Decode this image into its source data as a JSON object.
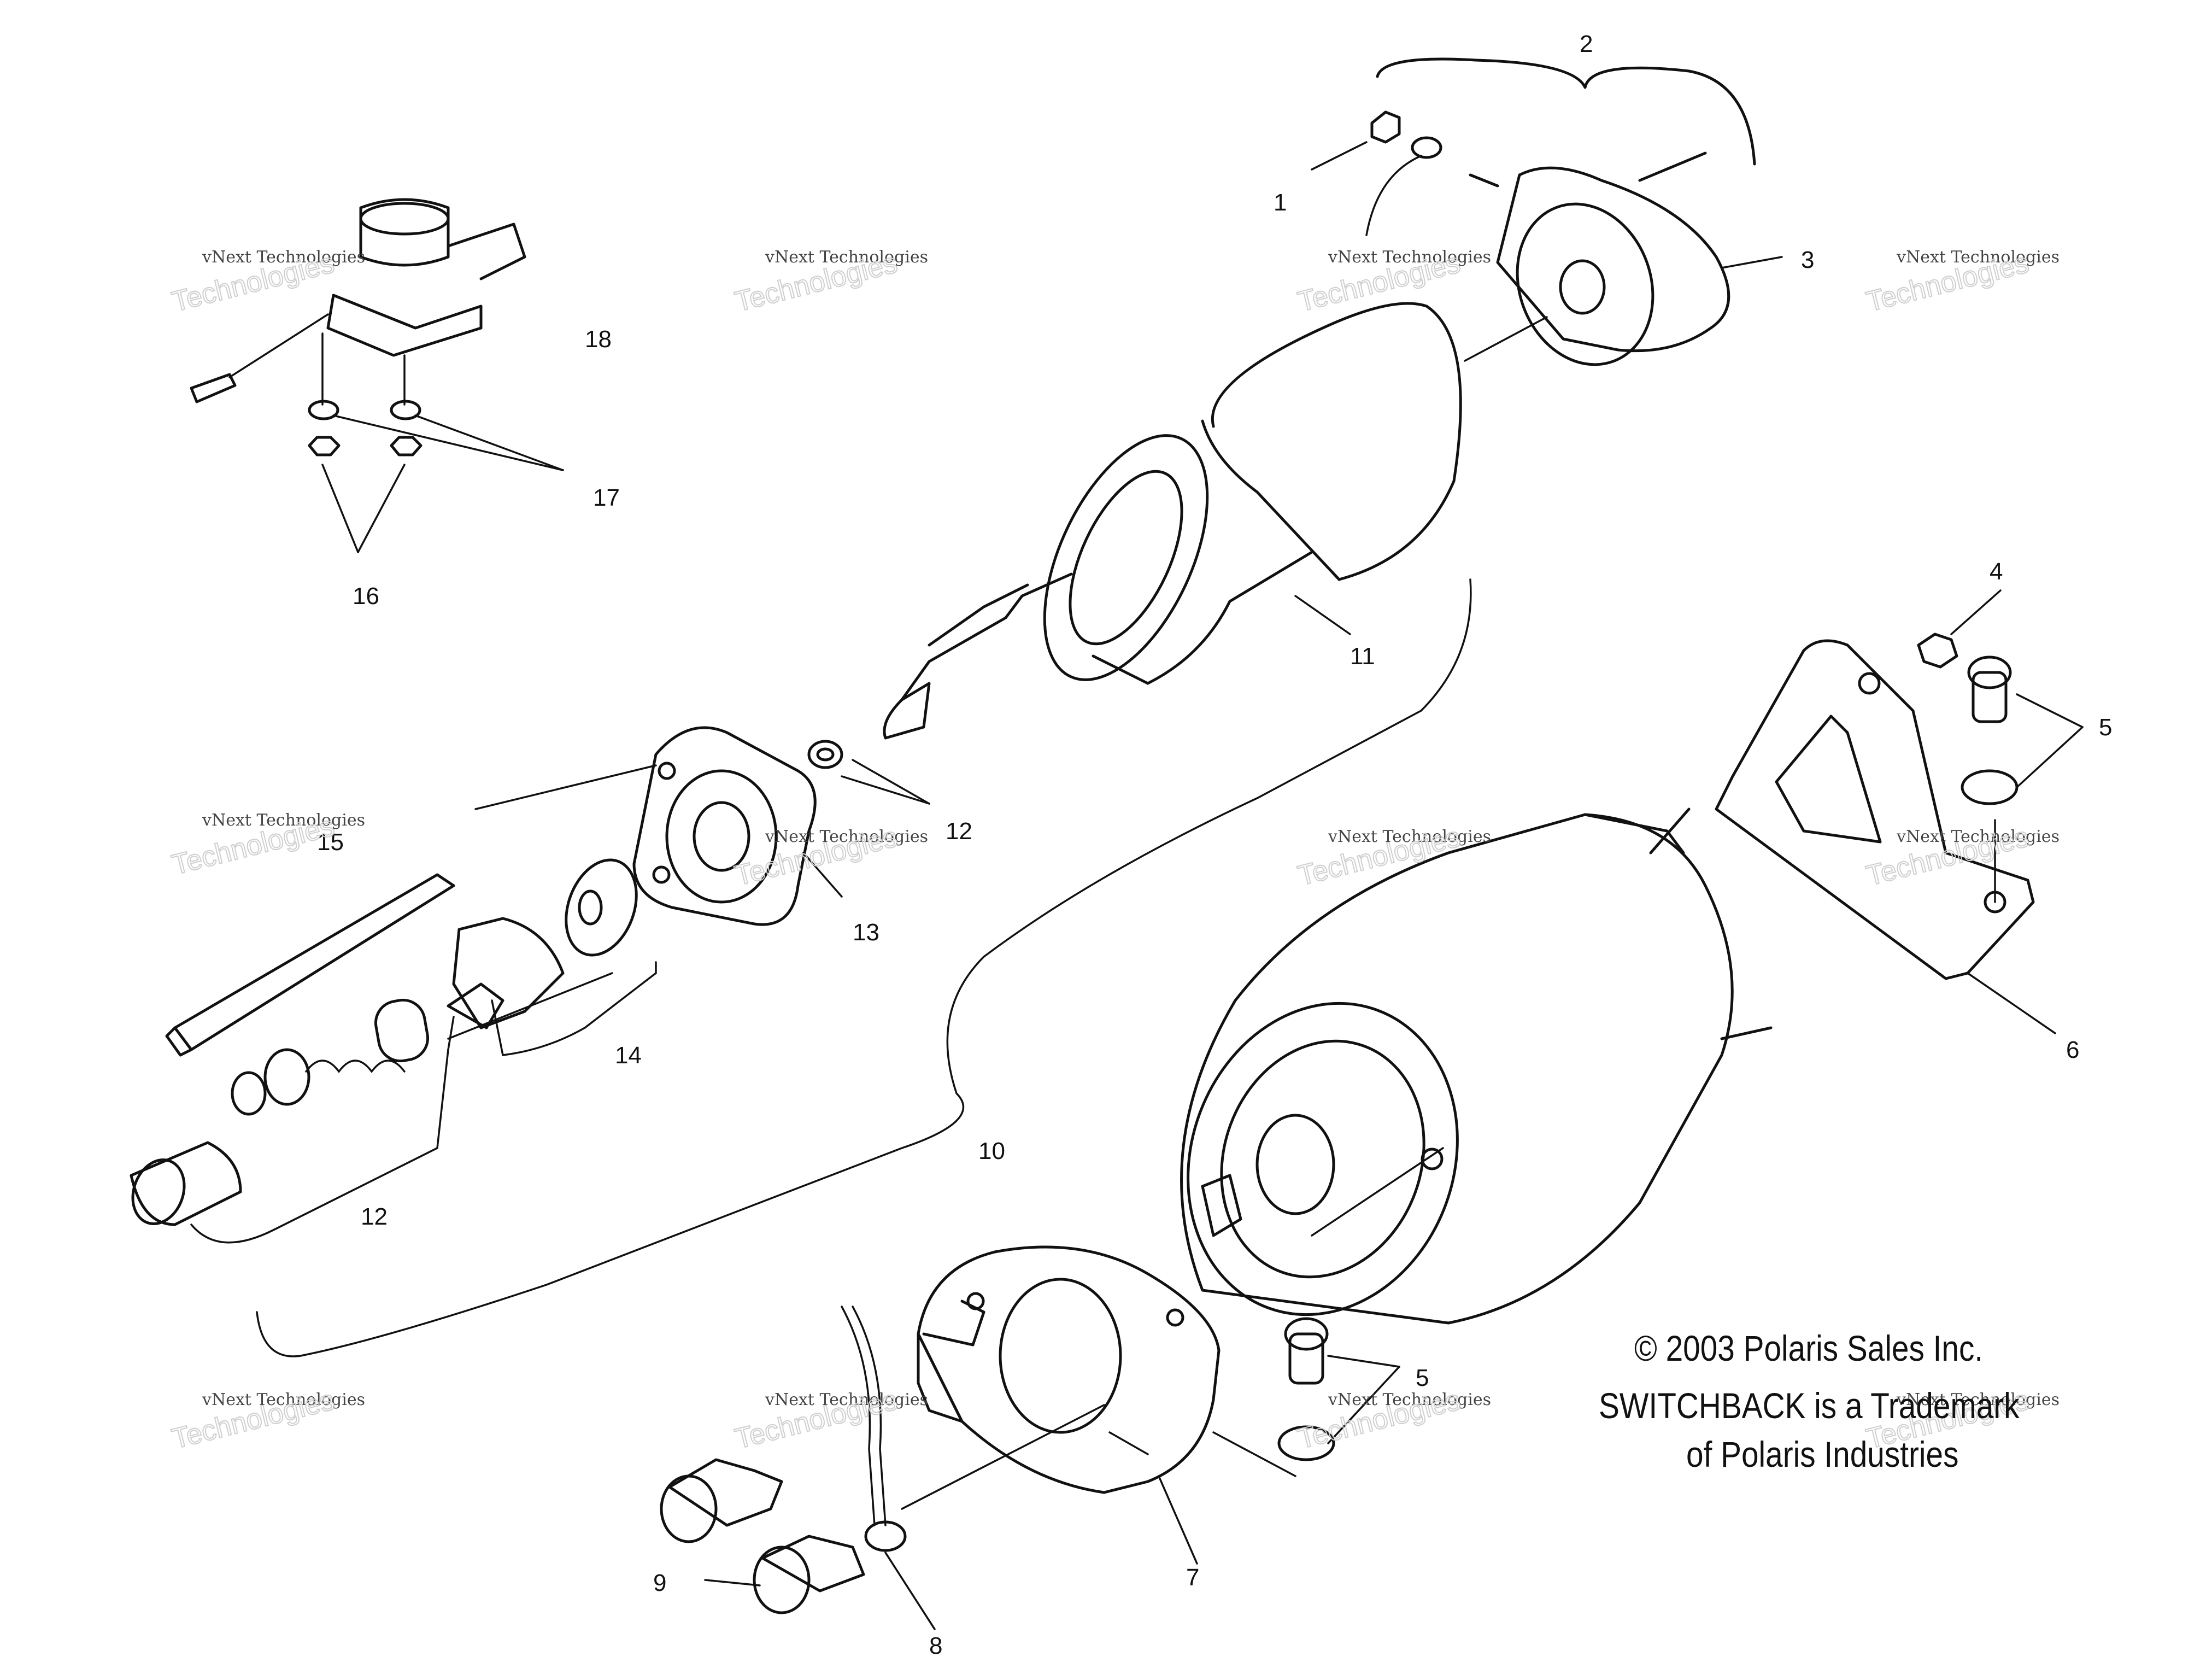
{
  "callouts": [
    {
      "id": "1",
      "label": "1"
    },
    {
      "id": "2",
      "label": "2"
    },
    {
      "id": "3",
      "label": "3"
    },
    {
      "id": "4",
      "label": "4"
    },
    {
      "id": "5a",
      "label": "5"
    },
    {
      "id": "5b",
      "label": "5"
    },
    {
      "id": "6",
      "label": "6"
    },
    {
      "id": "7",
      "label": "7"
    },
    {
      "id": "8",
      "label": "8"
    },
    {
      "id": "9",
      "label": "9"
    },
    {
      "id": "10",
      "label": "10"
    },
    {
      "id": "11",
      "label": "11"
    },
    {
      "id": "12a",
      "label": "12"
    },
    {
      "id": "12b",
      "label": "12"
    },
    {
      "id": "13",
      "label": "13"
    },
    {
      "id": "14",
      "label": "14"
    },
    {
      "id": "15",
      "label": "15"
    },
    {
      "id": "16",
      "label": "16"
    },
    {
      "id": "17",
      "label": "17"
    },
    {
      "id": "18",
      "label": "18"
    }
  ],
  "copyright": {
    "line1": "© 2003 Polaris Sales Inc.",
    "line2": "SWITCHBACK is a Trademark",
    "line3": "of Polaris Industries"
  },
  "watermark": {
    "company": "vNext Technologies",
    "brand": "vNext",
    "word": "Technologies"
  }
}
